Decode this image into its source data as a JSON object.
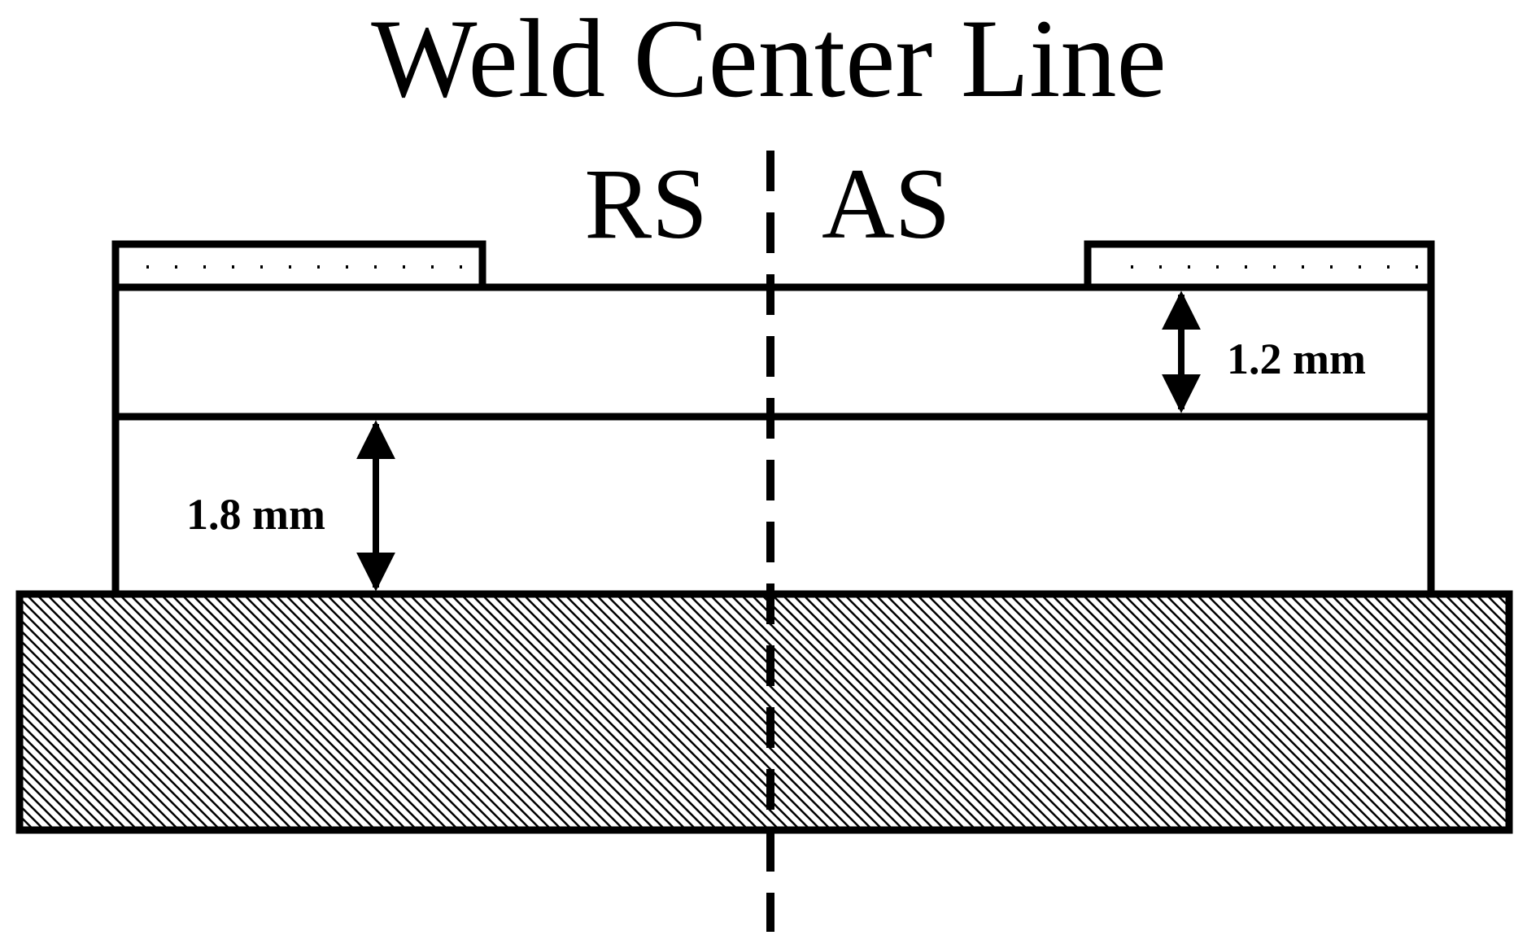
{
  "diagram": {
    "title": "Weld Center Line",
    "side_left": "RS",
    "side_right": "AS",
    "upper_thickness": "1.2 mm",
    "lower_thickness": "1.8 mm"
  },
  "colors": {
    "stroke": "#000000",
    "background": "#ffffff",
    "hatch": "#000000"
  }
}
